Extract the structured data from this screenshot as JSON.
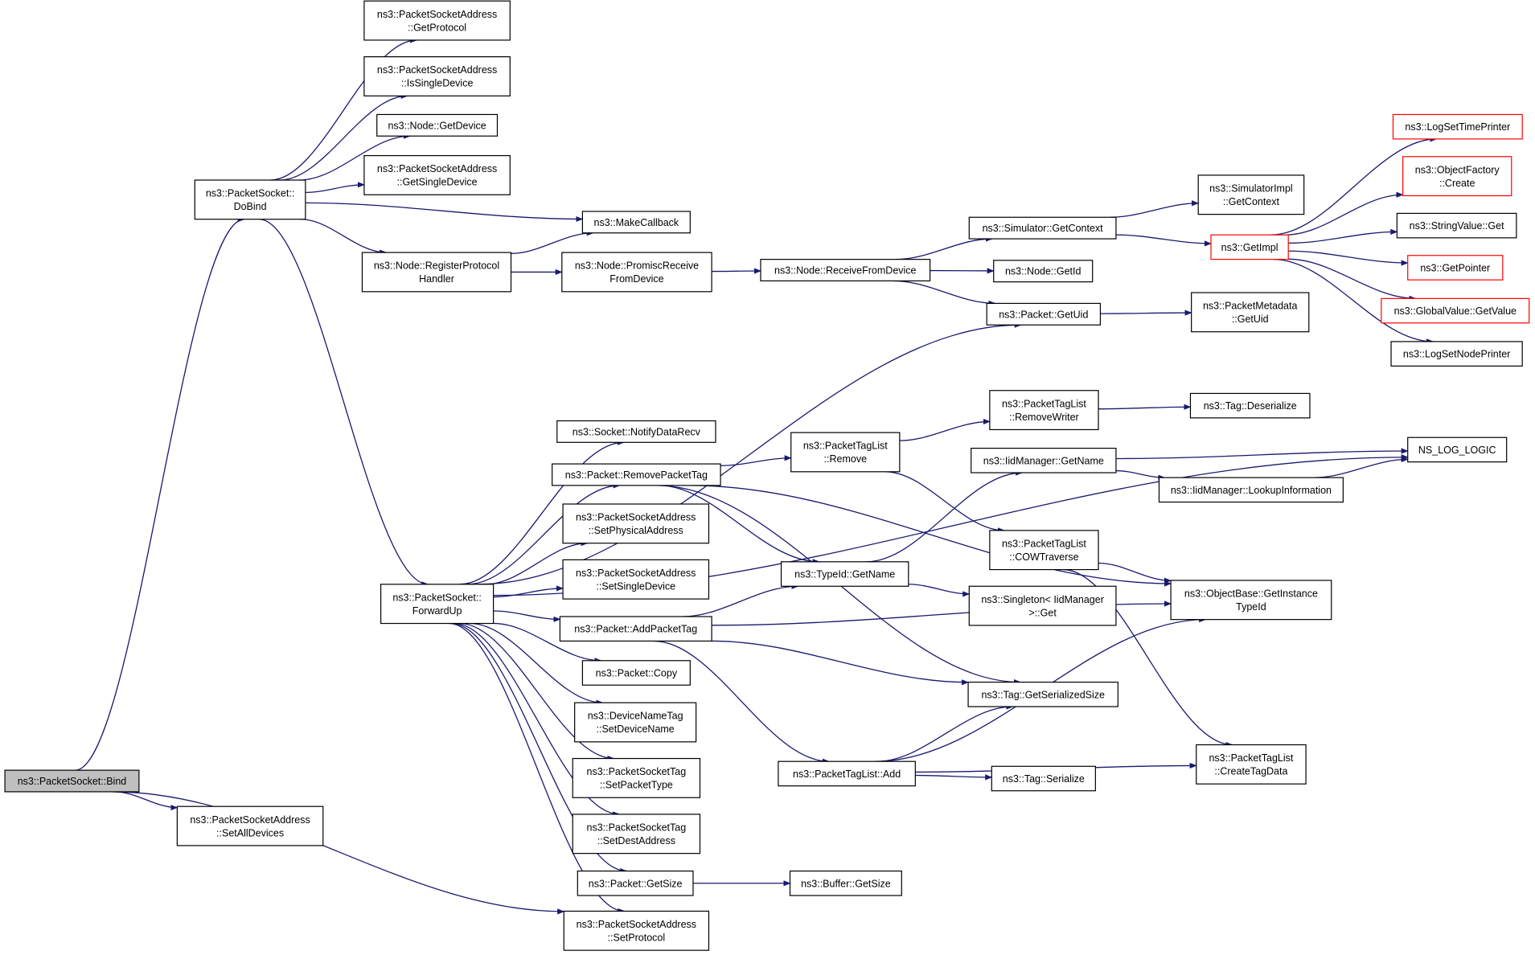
{
  "colors": {
    "edge": "#191970",
    "node_border": "#000000",
    "truncated_border": "#ff0000",
    "root_fill": "#bfbfbf",
    "background": "#ffffff"
  },
  "nodes": [
    {
      "id": "bind",
      "lines": [
        "ns3::PacketSocket::Bind"
      ],
      "style": "root"
    },
    {
      "id": "dobind",
      "lines": [
        "ns3::PacketSocket::",
        "DoBind"
      ],
      "style": "plain"
    },
    {
      "id": "setalldevices",
      "lines": [
        "ns3::PacketSocketAddress",
        "::SetAllDevices"
      ],
      "style": "plain"
    },
    {
      "id": "setprotocol",
      "lines": [
        "ns3::PacketSocketAddress",
        "::SetProtocol"
      ],
      "style": "plain"
    },
    {
      "id": "getprotocol",
      "lines": [
        "ns3::PacketSocketAddress",
        "::GetProtocol"
      ],
      "style": "plain"
    },
    {
      "id": "issingledevice",
      "lines": [
        "ns3::PacketSocketAddress",
        "::IsSingleDevice"
      ],
      "style": "plain"
    },
    {
      "id": "getdevice",
      "lines": [
        "ns3::Node::GetDevice"
      ],
      "style": "plain"
    },
    {
      "id": "getsingledevice",
      "lines": [
        "ns3::PacketSocketAddress",
        "::GetSingleDevice"
      ],
      "style": "plain"
    },
    {
      "id": "makecallback",
      "lines": [
        "ns3::MakeCallback"
      ],
      "style": "plain"
    },
    {
      "id": "registerprotocol",
      "lines": [
        "ns3::Node::RegisterProtocol",
        "Handler"
      ],
      "style": "plain"
    },
    {
      "id": "promiscreceive",
      "lines": [
        "ns3::Node::PromiscReceive",
        "FromDevice"
      ],
      "style": "plain"
    },
    {
      "id": "receivefromdevice",
      "lines": [
        "ns3::Node::ReceiveFromDevice"
      ],
      "style": "plain"
    },
    {
      "id": "simgetcontext",
      "lines": [
        "ns3::Simulator::GetContext"
      ],
      "style": "plain"
    },
    {
      "id": "nodegetid",
      "lines": [
        "ns3::Node::GetId"
      ],
      "style": "plain"
    },
    {
      "id": "packetgetuid",
      "lines": [
        "ns3::Packet::GetUid"
      ],
      "style": "plain"
    },
    {
      "id": "simimplgetcontext",
      "lines": [
        "ns3::SimulatorImpl",
        "::GetContext"
      ],
      "style": "plain"
    },
    {
      "id": "getimpl",
      "lines": [
        "ns3::GetImpl"
      ],
      "style": "truncated"
    },
    {
      "id": "metadatagetuid",
      "lines": [
        "ns3::PacketMetadata",
        "::GetUid"
      ],
      "style": "plain"
    },
    {
      "id": "logsettimeprinter",
      "lines": [
        "ns3::LogSetTimePrinter"
      ],
      "style": "truncated"
    },
    {
      "id": "objectfactorycreate",
      "lines": [
        "ns3::ObjectFactory",
        "::Create"
      ],
      "style": "truncated"
    },
    {
      "id": "stringvalueget",
      "lines": [
        "ns3::StringValue::Get"
      ],
      "style": "plain"
    },
    {
      "id": "getpointer",
      "lines": [
        "ns3::GetPointer"
      ],
      "style": "truncated"
    },
    {
      "id": "globalvaluegetvalue",
      "lines": [
        "ns3::GlobalValue::GetValue"
      ],
      "style": "truncated"
    },
    {
      "id": "logsetnodeprinter",
      "lines": [
        "ns3::LogSetNodePrinter"
      ],
      "style": "plain"
    },
    {
      "id": "forwardup",
      "lines": [
        "ns3::PacketSocket::",
        "ForwardUp"
      ],
      "style": "plain"
    },
    {
      "id": "notifydatarecv",
      "lines": [
        "ns3::Socket::NotifyDataRecv"
      ],
      "style": "plain"
    },
    {
      "id": "removepackettag",
      "lines": [
        "ns3::Packet::RemovePacketTag"
      ],
      "style": "plain"
    },
    {
      "id": "setphysicaladdress",
      "lines": [
        "ns3::PacketSocketAddress",
        "::SetPhysicalAddress"
      ],
      "style": "plain"
    },
    {
      "id": "setsingledevice",
      "lines": [
        "ns3::PacketSocketAddress",
        "::SetSingleDevice"
      ],
      "style": "plain"
    },
    {
      "id": "addpackettag",
      "lines": [
        "ns3::Packet::AddPacketTag"
      ],
      "style": "plain"
    },
    {
      "id": "packetcopy",
      "lines": [
        "ns3::Packet::Copy"
      ],
      "style": "plain"
    },
    {
      "id": "setdevicename",
      "lines": [
        "ns3::DeviceNameTag",
        "::SetDeviceName"
      ],
      "style": "plain"
    },
    {
      "id": "setpackettype",
      "lines": [
        "ns3::PacketSocketTag",
        "::SetPacketType"
      ],
      "style": "plain"
    },
    {
      "id": "setdestaddress",
      "lines": [
        "ns3::PacketSocketTag",
        "::SetDestAddress"
      ],
      "style": "plain"
    },
    {
      "id": "packetgetsize",
      "lines": [
        "ns3::Packet::GetSize"
      ],
      "style": "plain"
    },
    {
      "id": "buffergetsize",
      "lines": [
        "ns3::Buffer::GetSize"
      ],
      "style": "plain"
    },
    {
      "id": "packettaglistremove",
      "lines": [
        "ns3::PacketTagList",
        "::Remove"
      ],
      "style": "plain"
    },
    {
      "id": "typeidgetname",
      "lines": [
        "ns3::TypeId::GetName"
      ],
      "style": "plain"
    },
    {
      "id": "packettaglistadd",
      "lines": [
        "ns3::PacketTagList::Add"
      ],
      "style": "plain"
    },
    {
      "id": "removewriter",
      "lines": [
        "ns3::PacketTagList",
        "::RemoveWriter"
      ],
      "style": "plain"
    },
    {
      "id": "iidgetname",
      "lines": [
        "ns3::IidManager::GetName"
      ],
      "style": "plain"
    },
    {
      "id": "cowtraverse",
      "lines": [
        "ns3::PacketTagList",
        "::COWTraverse"
      ],
      "style": "plain"
    },
    {
      "id": "singletonget",
      "lines": [
        "ns3::Singleton< IidManager",
        ">::Get"
      ],
      "style": "plain"
    },
    {
      "id": "taggetserializedsize",
      "lines": [
        "ns3::Tag::GetSerializedSize"
      ],
      "style": "plain"
    },
    {
      "id": "tagserialize",
      "lines": [
        "ns3::Tag::Serialize"
      ],
      "style": "plain"
    },
    {
      "id": "tagdeserialize",
      "lines": [
        "ns3::Tag::Deserialize"
      ],
      "style": "plain"
    },
    {
      "id": "lookupinformation",
      "lines": [
        "ns3::IidManager::LookupInformation"
      ],
      "style": "plain"
    },
    {
      "id": "nslog",
      "lines": [
        "NS_LOG_LOGIC"
      ],
      "style": "plain"
    },
    {
      "id": "getinstancetypeid",
      "lines": [
        "ns3::ObjectBase::GetInstance",
        "TypeId"
      ],
      "style": "plain"
    },
    {
      "id": "createtagdata",
      "lines": [
        "ns3::PacketTagList",
        "::CreateTagData"
      ],
      "style": "plain"
    }
  ],
  "edges": [
    {
      "from": "bind",
      "to": "dobind"
    },
    {
      "from": "bind",
      "to": "setalldevices"
    },
    {
      "from": "bind",
      "to": "setprotocol"
    },
    {
      "from": "dobind",
      "to": "getprotocol"
    },
    {
      "from": "dobind",
      "to": "issingledevice"
    },
    {
      "from": "dobind",
      "to": "getdevice"
    },
    {
      "from": "dobind",
      "to": "getsingledevice"
    },
    {
      "from": "dobind",
      "to": "makecallback"
    },
    {
      "from": "dobind",
      "to": "registerprotocol"
    },
    {
      "from": "dobind",
      "to": "forwardup"
    },
    {
      "from": "registerprotocol",
      "to": "makecallback"
    },
    {
      "from": "registerprotocol",
      "to": "promiscreceive"
    },
    {
      "from": "promiscreceive",
      "to": "receivefromdevice"
    },
    {
      "from": "receivefromdevice",
      "to": "simgetcontext"
    },
    {
      "from": "receivefromdevice",
      "to": "nodegetid"
    },
    {
      "from": "receivefromdevice",
      "to": "packetgetuid"
    },
    {
      "from": "simgetcontext",
      "to": "simimplgetcontext"
    },
    {
      "from": "simgetcontext",
      "to": "getimpl"
    },
    {
      "from": "getimpl",
      "to": "logsettimeprinter"
    },
    {
      "from": "getimpl",
      "to": "objectfactorycreate"
    },
    {
      "from": "getimpl",
      "to": "stringvalueget"
    },
    {
      "from": "getimpl",
      "to": "getpointer"
    },
    {
      "from": "getimpl",
      "to": "globalvaluegetvalue"
    },
    {
      "from": "getimpl",
      "to": "logsetnodeprinter"
    },
    {
      "from": "packetgetuid",
      "to": "metadatagetuid"
    },
    {
      "from": "forwardup",
      "to": "packetgetuid"
    },
    {
      "from": "forwardup",
      "to": "nslog"
    },
    {
      "from": "forwardup",
      "to": "notifydatarecv"
    },
    {
      "from": "forwardup",
      "to": "removepackettag"
    },
    {
      "from": "forwardup",
      "to": "setphysicaladdress"
    },
    {
      "from": "forwardup",
      "to": "setsingledevice"
    },
    {
      "from": "forwardup",
      "to": "addpackettag"
    },
    {
      "from": "forwardup",
      "to": "packetcopy"
    },
    {
      "from": "forwardup",
      "to": "setdevicename"
    },
    {
      "from": "forwardup",
      "to": "setpackettype"
    },
    {
      "from": "forwardup",
      "to": "setdestaddress"
    },
    {
      "from": "forwardup",
      "to": "packetgetsize"
    },
    {
      "from": "forwardup",
      "to": "setprotocol"
    },
    {
      "from": "packetgetsize",
      "to": "buffergetsize"
    },
    {
      "from": "removepackettag",
      "to": "packettaglistremove"
    },
    {
      "from": "removepackettag",
      "to": "typeidgetname"
    },
    {
      "from": "removepackettag",
      "to": "getinstancetypeid"
    },
    {
      "from": "removepackettag",
      "to": "taggetserializedsize"
    },
    {
      "from": "addpackettag",
      "to": "typeidgetname"
    },
    {
      "from": "addpackettag",
      "to": "getinstancetypeid"
    },
    {
      "from": "addpackettag",
      "to": "taggetserializedsize"
    },
    {
      "from": "addpackettag",
      "to": "packettaglistadd"
    },
    {
      "from": "packettaglistremove",
      "to": "removewriter"
    },
    {
      "from": "packettaglistremove",
      "to": "cowtraverse"
    },
    {
      "from": "removewriter",
      "to": "tagdeserialize"
    },
    {
      "from": "typeidgetname",
      "to": "iidgetname"
    },
    {
      "from": "typeidgetname",
      "to": "singletonget"
    },
    {
      "from": "iidgetname",
      "to": "nslog"
    },
    {
      "from": "iidgetname",
      "to": "lookupinformation"
    },
    {
      "from": "lookupinformation",
      "to": "nslog"
    },
    {
      "from": "cowtraverse",
      "to": "getinstancetypeid"
    },
    {
      "from": "cowtraverse",
      "to": "createtagdata"
    },
    {
      "from": "packettaglistadd",
      "to": "taggetserializedsize"
    },
    {
      "from": "packettaglistadd",
      "to": "getinstancetypeid"
    },
    {
      "from": "packettaglistadd",
      "to": "tagserialize"
    },
    {
      "from": "packettaglistadd",
      "to": "createtagdata"
    }
  ]
}
